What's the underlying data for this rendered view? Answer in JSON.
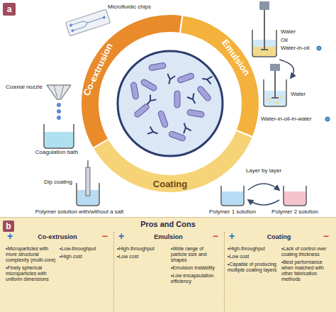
{
  "diagram": {
    "nodes": [
      {
        "text": [
          "a"
        ]
      },
      {
        "text": [
          "Co-extrusion"
        ]
      },
      {
        "text": [
          "Emulsion"
        ]
      },
      {
        "text": [
          "Coating"
        ]
      },
      {
        "text": [
          "Pros and Cons"
        ]
      },
      {
        "text": [
          "b"
        ],
        "in": 4
      },
      {
        "text": [
          "Co-extrusion",
          "+",
          "•Microparticles with more structural complexity (multi-core)",
          "•Finely spherical microparticles with uniform dimensions",
          "−",
          "•Low-throughput",
          "•High cost"
        ],
        "in": 4
      },
      {
        "text": [
          "Emulsion",
          "+",
          "•High-throughput",
          "•Low cost",
          "−",
          "•Wide range of particle size and shapes",
          "•Emulsion instability",
          "•Low encapsulation efficiency"
        ],
        "in": 4
      },
      {
        "text": [
          "Coating",
          "+",
          "•High-throughput",
          "•Low cost",
          "•Capable of producing multiple coating layers",
          "−",
          "•Lack of control over coating thickness",
          "•Best performance when matched with other fabrication methods"
        ],
        "in": 4
      }
    ],
    "labels": [
      "Microfluidic chips",
      "Coaxial nozzle",
      "Coagulation bath",
      "Water",
      "Oil",
      "Water-in-oil",
      "Water",
      "Water-in-oil-in-water",
      "Dip coating",
      "Polymer solution with/without a salt",
      "Layer by layer",
      "Polymer 1 solution",
      "Polymer 2 solution"
    ]
  }
}
